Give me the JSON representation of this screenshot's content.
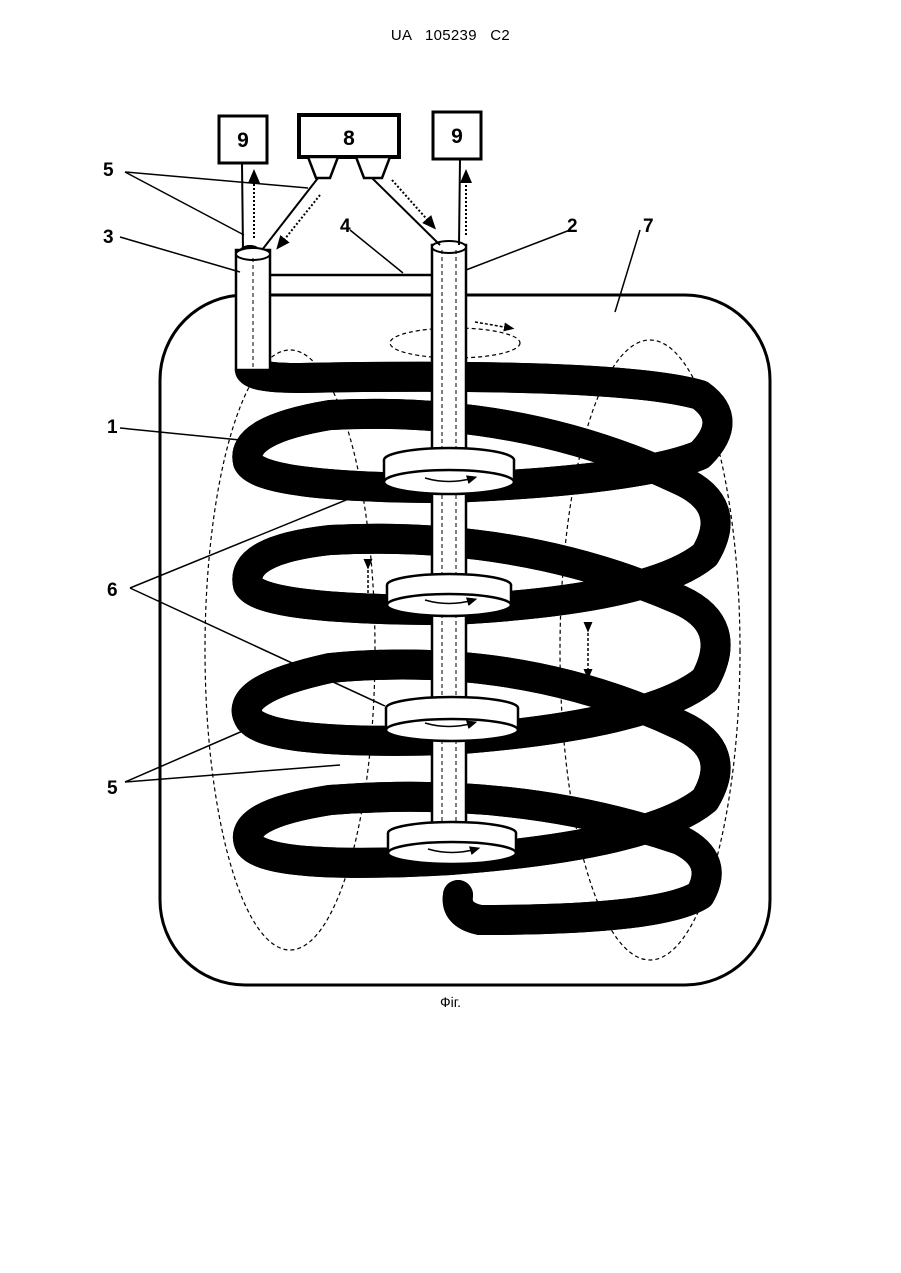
{
  "header": {
    "doc_id": "UA   105239   C2"
  },
  "figure": {
    "caption": "Фіг.",
    "labels": {
      "l1": "1",
      "l2": "2",
      "l3": "3",
      "l4": "4",
      "l5_top": "5",
      "l5_bottom": "5",
      "l6": "6",
      "l7": "7",
      "l8": "8",
      "l9_left": "9",
      "l9_right": "9"
    }
  }
}
